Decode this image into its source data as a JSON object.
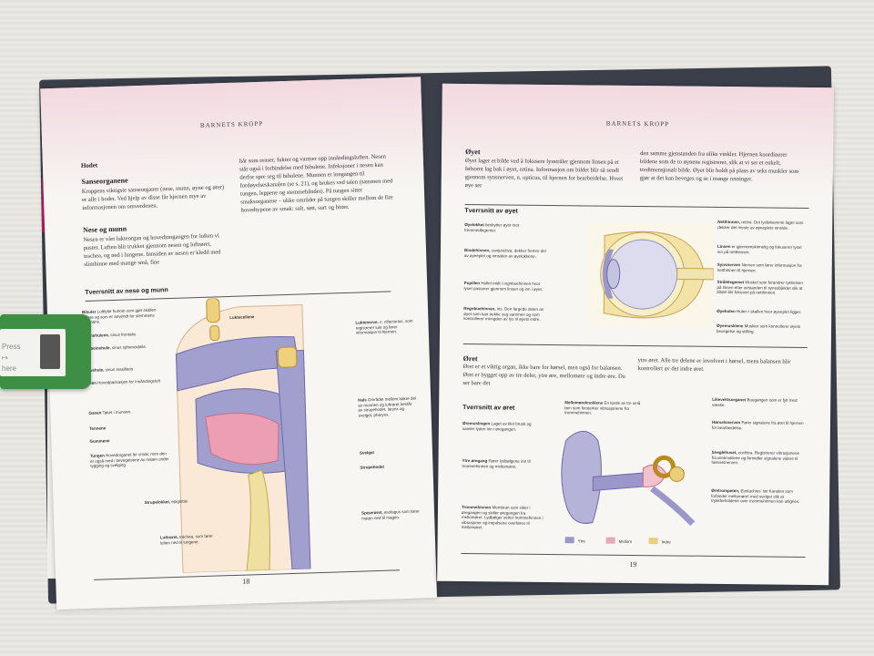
{
  "left_page": {
    "running_head": "BARNETS KROPP",
    "page_number": "18",
    "section": "Hodet",
    "h_sense": "Sanseorganene",
    "p_sense": "Kroppens viktigste sanseorganer (nese, munn, øyne og ører) er alle i hodet. Ved hjelp av disse får hjernen mye av informasjonen om omverdenen.",
    "h_nose": "Nese og munn",
    "p_nose": "Nesen er vårt lukteorgan og hovedinngangen for luften vi puster. Luften blir trukket gjennom nesen og luftrøret, trachea, og ned i lungene. Innsiden av nesen er kledd med slimhinne med mange små, fine",
    "p_col2": "hår som renser, fukter og varmer opp innåndingsluften. Nesen står også i forbindelse med bihulene. Infeksjoner i nesen kan derfor spre seg til bihulene. Munnen er inngangen til fordøyelseskanalen (se s. 21), og brukes ved talen (sammen med tungen, leppene og stemmebåndet). På tungen sitter smaksorganene – ulike områder på tungen skiller mellom de fire hovedtypene av smak: salt, søtt, surt og bitter.",
    "diagram_title": "Tverrsnitt av nese og munn",
    "labels": [
      {
        "b": "Bihuler",
        "t": "Luftfylte hulrom som gjør skallen lettere og som er anvendt for stemmens resonans."
      },
      {
        "b": "Pannehulene,",
        "t": "sinus frontalis."
      },
      {
        "b": "Kilebeinshule,",
        "t": "sinus sphenoidalis."
      },
      {
        "b": "Kjevehule,",
        "t": "sinus maxillaris"
      },
      {
        "b": "Nesen",
        "t": "Hovedpassasjen for innåndingsluft"
      },
      {
        "b": "Ganen",
        "t": "Taket i munnen."
      },
      {
        "b": "Tennene",
        "t": ""
      },
      {
        "b": "Gummene",
        "t": ""
      },
      {
        "b": "Tungen",
        "t": "Hovedorganet for smak; men den er også med i bevegelsene av maten under tygging og svelging."
      },
      {
        "b": "Strupelokket,",
        "t": "epiglottis"
      },
      {
        "b": "Luftrøret,",
        "t": "trachea, som fører luften ned til lungene."
      }
    ],
    "labels_right": [
      {
        "b": "Luktecellene",
        "t": ""
      },
      {
        "b": "Luktenerve,",
        "t": "n. olfactorius, som registrerer lukt og fører informasjon til hjernen."
      },
      {
        "b": "Hals",
        "t": "Området mellom bakre del av munnen og luftrøret består av strupehodet, larynx og svelget, pharynx."
      },
      {
        "b": "Svelget",
        "t": ""
      },
      {
        "b": "Strupehodet",
        "t": ""
      },
      {
        "b": "Spiserøret,",
        "t": "esofagus som fører maten ned til magen."
      }
    ]
  },
  "right_page": {
    "running_head": "BARNETS KROPP",
    "page_number": "19",
    "h_eye": "Øyet",
    "p_eye1": "Øyet lager et bilde ved å fokusere lysstråler gjennom linsen på et følsomt lag bak i øyet, retina. Informasjon om bildet blir så sendt gjennom synsnerven, n. opticus, til hjernen for bearbeidelse. Hvert øye ser",
    "p_eye2": "den samme gjenstanden fra ulike vinkler. Hjernen koordinerer bildene som de to øynene registrerer, slik at vi ser et enkelt, tredimensjonalt bilde. Øyet blir holdt på plass av seks muskler som gjør at det kan beveges og se i mange retninger.",
    "eye_title": "Tverrsnitt av øyet",
    "eye_labels_left": [
      {
        "b": "Øyelokket",
        "t": "beskytter øyet mot fremmedlegemer."
      },
      {
        "b": "Bindehinnen,",
        "t": "conjunctiva, dekker fremre del av øyeeplet og innsiden av øyelokkene."
      },
      {
        "b": "Pupillen",
        "t": "Hullet midt i regnbuehinnen hvor lyset passerer gjennom linsen og inn i øyet."
      },
      {
        "b": "Regnbuehinnen,",
        "t": "iris. Den fargede delen av øyet som kan trekke seg sammen og som kontrollerer mengden av lys til øyets indre."
      }
    ],
    "eye_labels_right": [
      {
        "b": "Netthinnen,",
        "t": "retina. Det lysfølsomme laget som dekker det meste av øyeeplets innside."
      },
      {
        "b": "Linsen",
        "t": "er gjennomskinnelig og fokuserer lyset inn på netthinnen."
      },
      {
        "b": "Synsnerven",
        "t": "Nerven som fører informasjon fra netthinnen til hjernen."
      },
      {
        "b": "Strålelegemet",
        "t": "Muskel som forandrer tykkelsen på linsen etter avstanden til synsobjektet slik at bildet blir fokusert på netthinnen."
      },
      {
        "b": "Øyehulen",
        "t": "Hulen i skallen hvor øyeeplet ligger."
      },
      {
        "b": "Øyemusklene",
        "t": "Muskler som kontrollerer øyets bevegelse og stilling."
      }
    ],
    "h_ear": "Øret",
    "p_ear1": "Øret er et viktig organ, ikke bare for hørsel, men også for balansen. Øret er bygget opp av tre deler, ytre øre, mellomøre og indre øre. Du ser bare det",
    "p_ear2": "ytre øret. Alle tre delene er involvert i hørsel, mens balansen blir kontrollert av det indre øret.",
    "ear_title": "Tverrsnitt av øret",
    "ear_labels_left": [
      {
        "b": "Øremuslingen",
        "t": "Laget av tilet brusk og samler lyden inn i øregangen."
      },
      {
        "b": "Ytre øregang",
        "t": "Fører lydbølgene inn til trommehinnen og mellomøret."
      },
      {
        "b": "Trommehinnen",
        "t": "Membran som sitter i øregangen og skiller øregangen fra mellomøret. Lydbølger setter trommehinnen i vibrasjoner og impulsene overføres til mellomøret."
      }
    ],
    "ear_label_top": {
      "b": "Mellomøreknoklene",
      "t": "En kjede av tre små ben som forsterker vibrasjonene fra trommehinnen."
    },
    "ear_labels_right": [
      {
        "b": "Likevektsorganet",
        "t": "Buegangen som er fylt med væske."
      },
      {
        "b": "Hørselsnerven",
        "t": "Fører signalene fra øret til hjernen for bearbeidelse."
      },
      {
        "b": "Sneglehuset,",
        "t": "cochlea. Registrerer vibrasjonene fra øreknoklene og formidler signalene videre til hørselsnerven."
      },
      {
        "b": "Øretrompeten,",
        "t": "Eustachius' rør Kanalen som forbinder mellomøret med svelget slik at trykkforholdene over trommehinnen kan utlignes."
      }
    ],
    "legend": [
      {
        "label": "Ytre",
        "color": "#9b98c9"
      },
      {
        "label": "Mellom",
        "color": "#e8a9b4"
      },
      {
        "label": "Indre",
        "color": "#e9cf7a"
      }
    ]
  },
  "stapler": {
    "line1": "Press",
    "line2": "here"
  }
}
